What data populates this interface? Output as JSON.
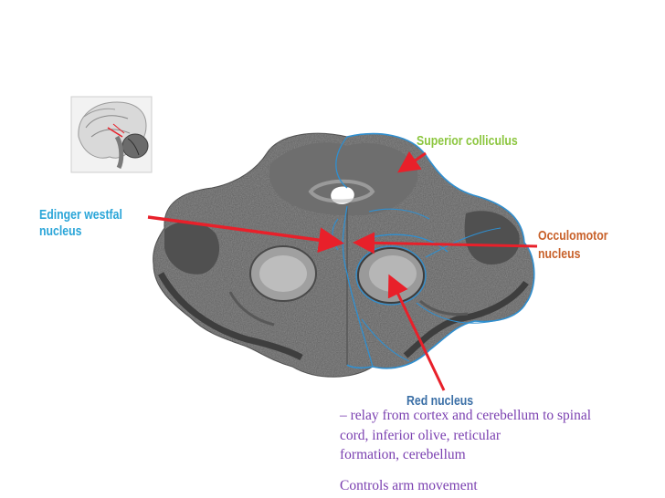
{
  "labels": {
    "superior_colliculus": "Superior colliculus",
    "edinger_westfal_line1": "Edinger westfal",
    "edinger_westfal_line2": "nucleus",
    "occulomotor_line1": "Occulomotor",
    "occulomotor_line2": "nucleus",
    "red_nucleus": "Red nucleus"
  },
  "description": {
    "line1": "– relay from cortex and cerebellum to spinal",
    "line2": "cord, inferior olive, reticular",
    "line3": "formation, cerebellum",
    "line4": "Controls arm movement"
  },
  "colors": {
    "superior_colliculus": "#8cc63f",
    "edinger_westfal": "#2aa5d8",
    "occulomotor": "#c8612a",
    "red_nucleus": "#3b6fa6",
    "description": "#7a3fb0",
    "arrows": "#e8202a",
    "outline": "#2f8fd0"
  }
}
